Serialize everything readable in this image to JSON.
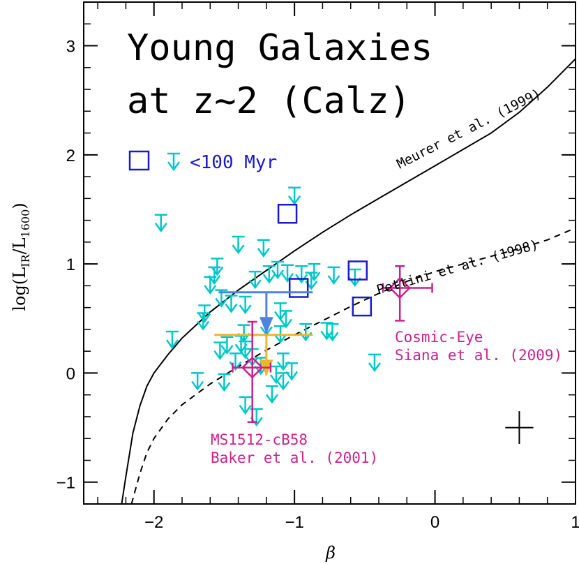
{
  "chart_data": {
    "type": "scatter",
    "title_lines": [
      "Young Galaxies",
      "at z~2 (Calz)"
    ],
    "xlabel": "β",
    "ylabel_main": "log(L",
    "ylabel_sub1": "IR",
    "ylabel_mid": "/L",
    "ylabel_sub2": "1600",
    "ylabel_end": ")",
    "xlim": [
      -2.5,
      1.0
    ],
    "ylim": [
      -1.2,
      3.4
    ],
    "xticks": [
      -2,
      -1,
      0,
      1
    ],
    "xtick_labels": [
      "−2",
      "−1",
      "0",
      "1"
    ],
    "yticks": [
      -1,
      0,
      1,
      2,
      3
    ],
    "ytick_labels": [
      "−1",
      "0",
      "1",
      "2",
      "3"
    ],
    "x_minor_step": 0.2,
    "y_minor_step": 0.2,
    "grid": false,
    "colors": {
      "upper_limits": "#00c8c8",
      "young_squares": "#1a1acc",
      "stack_blue": "#5080e0",
      "stack_orange": "#f0b428",
      "annotated": "#cc1f8c",
      "curves": "#000000"
    },
    "curves": [
      {
        "name": "Meurer et al. (1999)",
        "style": "solid",
        "x": [
          -2.23,
          -2.2,
          -2.15,
          -2.1,
          -2.05,
          -2.0,
          -1.9,
          -1.8,
          -1.6,
          -1.4,
          -1.2,
          -1.0,
          -0.8,
          -0.6,
          -0.4,
          -0.2,
          0.0,
          0.2,
          0.4,
          0.6,
          0.8,
          1.0
        ],
        "y": [
          -1.2,
          -0.95,
          -0.55,
          -0.3,
          -0.12,
          0.0,
          0.17,
          0.32,
          0.56,
          0.76,
          0.94,
          1.12,
          1.29,
          1.45,
          1.6,
          1.75,
          1.9,
          2.05,
          2.2,
          2.39,
          2.62,
          2.88
        ]
      },
      {
        "name": "Pettini et al. (1998)",
        "style": "dashed",
        "x": [
          -2.16,
          -2.1,
          -2.05,
          -2.0,
          -1.9,
          -1.8,
          -1.6,
          -1.4,
          -1.2,
          -1.0,
          -0.8,
          -0.6,
          -0.4,
          -0.2,
          0.0,
          0.2,
          0.4,
          0.6,
          0.8,
          1.0
        ],
        "y": [
          -1.2,
          -0.92,
          -0.73,
          -0.6,
          -0.42,
          -0.29,
          -0.1,
          0.06,
          0.21,
          0.35,
          0.48,
          0.61,
          0.73,
          0.84,
          0.93,
          1.0,
          1.07,
          1.14,
          1.22,
          1.33
        ]
      }
    ],
    "curve_labels": [
      "Meurer et al. (1999)",
      "Pettini et al. (1998)"
    ],
    "upper_limits": [
      {
        "x": -1.95,
        "y": 1.45
      },
      {
        "x": -1.55,
        "y": 1.05
      },
      {
        "x": -1.57,
        "y": 0.97
      },
      {
        "x": -1.6,
        "y": 0.88
      },
      {
        "x": -1.4,
        "y": 1.25
      },
      {
        "x": -1.22,
        "y": 1.22
      },
      {
        "x": -1.12,
        "y": 1.02
      },
      {
        "x": -1.05,
        "y": 0.99
      },
      {
        "x": -0.95,
        "y": 0.98
      },
      {
        "x": -0.86,
        "y": 1.0
      },
      {
        "x": -0.88,
        "y": 0.92
      },
      {
        "x": -0.72,
        "y": 0.97
      },
      {
        "x": -0.57,
        "y": 0.95
      },
      {
        "x": -1.28,
        "y": 0.93
      },
      {
        "x": -1.18,
        "y": 0.98
      },
      {
        "x": -1.52,
        "y": 0.76
      },
      {
        "x": -1.45,
        "y": 0.71
      },
      {
        "x": -1.64,
        "y": 0.62
      },
      {
        "x": -1.65,
        "y": 0.55
      },
      {
        "x": -1.35,
        "y": 0.7
      },
      {
        "x": -1.1,
        "y": 0.64
      },
      {
        "x": -1.06,
        "y": 0.57
      },
      {
        "x": -1.2,
        "y": 0.5
      },
      {
        "x": -0.92,
        "y": 0.45
      },
      {
        "x": -1.1,
        "y": 0.43
      },
      {
        "x": -0.77,
        "y": 0.46
      },
      {
        "x": -1.36,
        "y": 0.44
      },
      {
        "x": -1.38,
        "y": 0.34
      },
      {
        "x": -1.35,
        "y": 0.29
      },
      {
        "x": -1.48,
        "y": 0.33
      },
      {
        "x": -1.53,
        "y": 0.28
      },
      {
        "x": -1.3,
        "y": 0.22
      },
      {
        "x": -1.42,
        "y": 0.18
      },
      {
        "x": -1.24,
        "y": 0.14
      },
      {
        "x": -1.08,
        "y": 0.18
      },
      {
        "x": -1.02,
        "y": 0.09
      },
      {
        "x": -1.13,
        "y": 0.06
      },
      {
        "x": -1.5,
        "y": -0.01
      },
      {
        "x": -1.69,
        "y": 0.0
      },
      {
        "x": -1.87,
        "y": 0.38
      },
      {
        "x": -1.16,
        "y": -0.12
      },
      {
        "x": -1.27,
        "y": -0.33
      },
      {
        "x": -1.35,
        "y": -0.22
      },
      {
        "x": -0.43,
        "y": 0.17
      },
      {
        "x": -1.0,
        "y": 1.7
      },
      {
        "x": -1.08,
        "y": 0.0
      },
      {
        "x": -0.73,
        "y": 0.45
      }
    ],
    "young_squares": [
      {
        "x": -1.05,
        "y": 1.46
      },
      {
        "x": -0.97,
        "y": 0.78
      },
      {
        "x": -0.55,
        "y": 0.94
      },
      {
        "x": -0.52,
        "y": 0.61
      }
    ],
    "stack_blue": {
      "x": -1.2,
      "y": 0.74,
      "xerr": [
        -1.54,
        -0.87
      ]
    },
    "stack_orange": {
      "x": -1.2,
      "y": 0.35,
      "xerr": [
        -1.57,
        -0.87
      ]
    },
    "annotated_points": [
      {
        "name": "Cosmic-Eye",
        "x": -0.25,
        "y": 0.78,
        "xerr": [
          -0.37,
          -0.02
        ],
        "yerr": [
          0.48,
          0.98
        ]
      },
      {
        "name": "MS1512-cB58",
        "x": -1.3,
        "y": 0.05,
        "xerr": [
          -1.44,
          -1.17
        ],
        "yerr": [
          -0.45,
          0.47
        ]
      }
    ],
    "annotations": [
      {
        "lines": [
          "Cosmic-Eye",
          "Siana et al. (2009)"
        ]
      },
      {
        "lines": [
          "MS1512-cB58",
          "Baker et al. (2001)"
        ]
      }
    ],
    "legend": {
      "label": "<100 Myr",
      "placement": "upper-left"
    },
    "typical_error": {
      "x": 0.6,
      "y": -0.5,
      "xerr": 0.1,
      "yerr": 0.15
    }
  }
}
